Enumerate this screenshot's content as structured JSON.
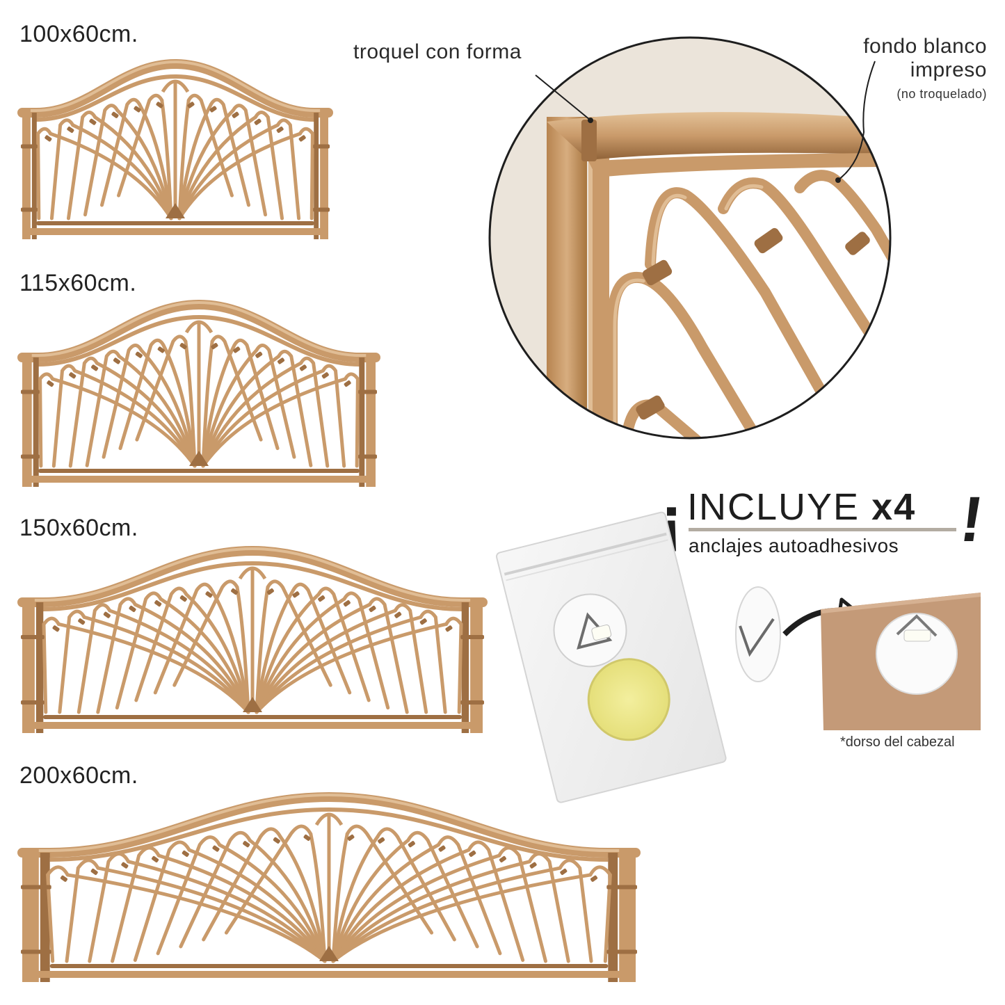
{
  "sizes": [
    {
      "label": "100x60cm."
    },
    {
      "label": "115x60cm."
    },
    {
      "label": "150x60cm."
    },
    {
      "label": "200x60cm."
    }
  ],
  "detail": {
    "callout_left": "troquel con forma",
    "callout_right_line1": "fondo blanco",
    "callout_right_line2": "impreso",
    "callout_right_note": "(no troquelado)"
  },
  "promo": {
    "open_mark": "¡",
    "title_prefix": "INCLUYE ",
    "title_bold": "x4",
    "subtitle": "anclajes autoadhesivos",
    "close_mark": "!"
  },
  "footnote": "*dorso del cabezal",
  "colors": {
    "rattan": "#c99a6a",
    "rattan_dark": "#9e6f43",
    "rattan_light": "#e0bd95",
    "cream": "#ebe4da",
    "rule": "#b3aca2",
    "board": "#c49a78"
  }
}
